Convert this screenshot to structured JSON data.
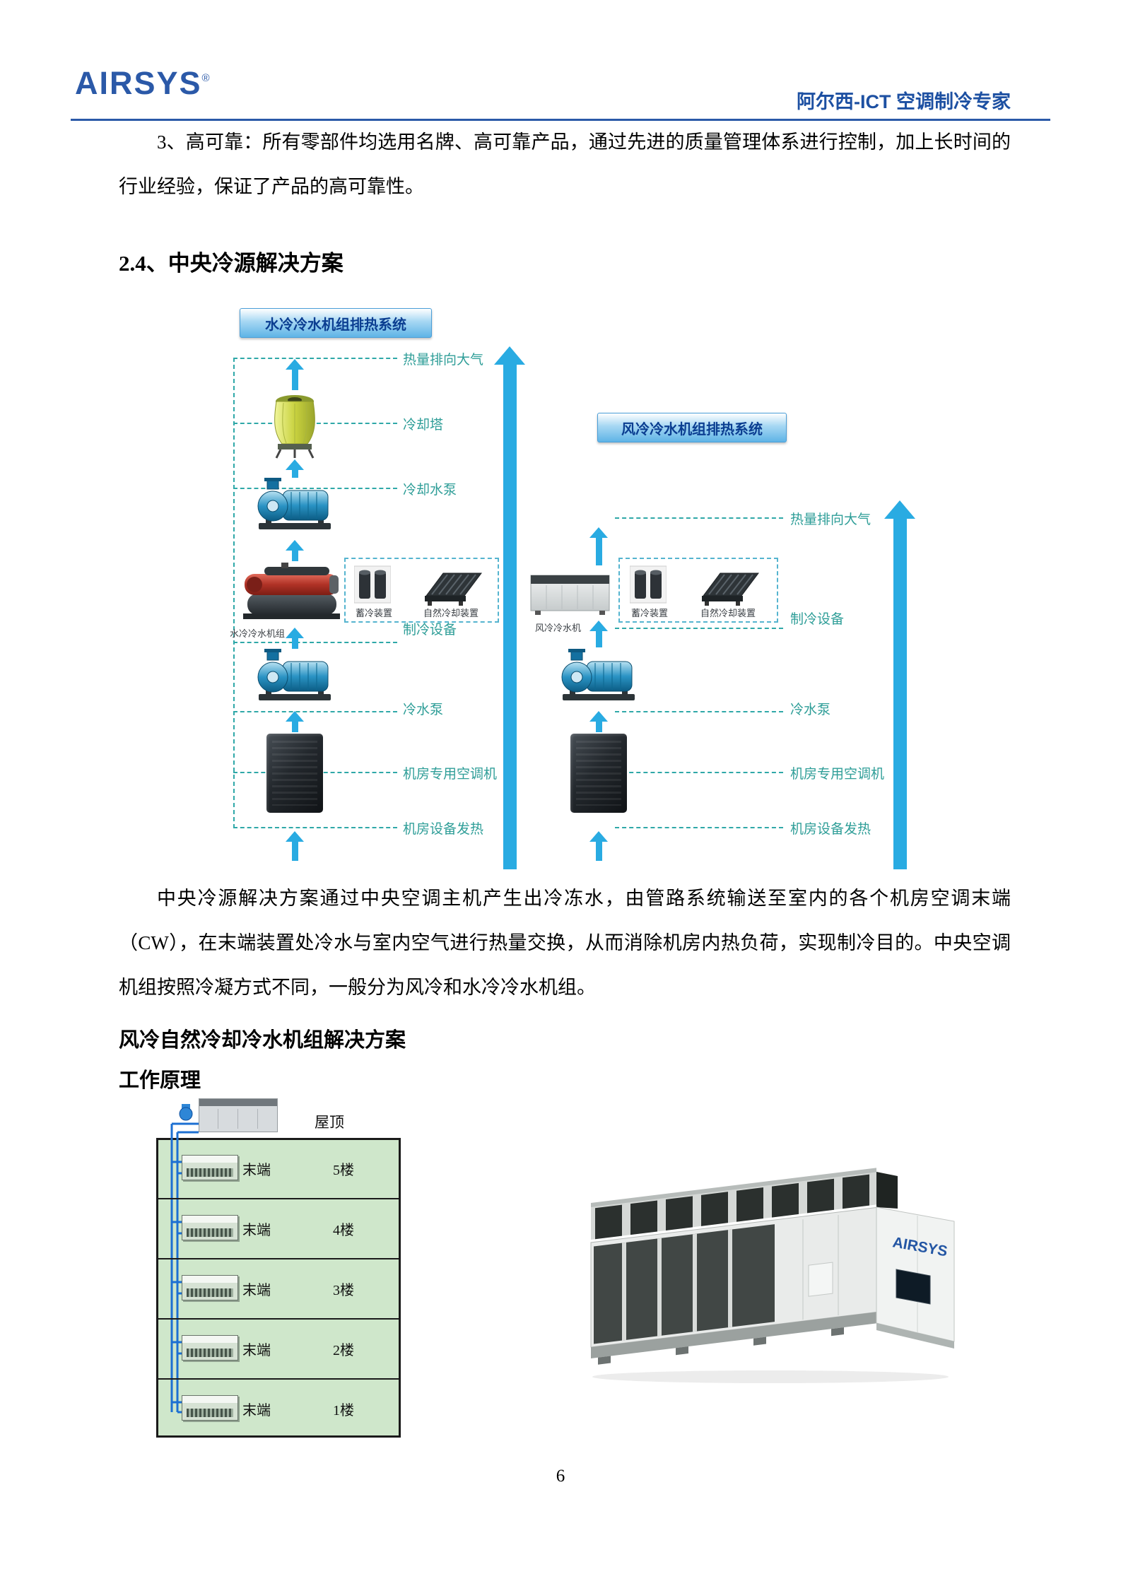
{
  "header": {
    "logo": "AIRSYS",
    "registered_mark": "®",
    "tagline": "阿尔西-ICT 空调制冷专家"
  },
  "intro": {
    "paragraph": "3、高可靠：所有零部件均选用名牌、高可靠产品，通过先进的质量管理体系进行控制，加上长时间的行业经验，保证了产品的高可靠性。"
  },
  "section": {
    "heading": "2.4、中央冷源解决方案",
    "paragraph": "中央冷源解决方案通过中央空调主机产生出冷冻水，由管路系统输送至室内的各个机房空调末端（CW），在末端装置处冷水与室内空气进行热量交换，从而消除机房内热负荷，实现制冷目的。中央空调机组按照冷凝方式不同，一般分为风冷和水冷冷水机组。",
    "sub_heading_1": "风冷自然冷却冷水机组解决方案",
    "sub_heading_2": "工作原理"
  },
  "diagram": {
    "water_system_title": "水冷冷水机组排热系统",
    "air_system_title": "风冷冷水机组排热系统",
    "left_labels": {
      "heat_to_air": "热量排向大气",
      "cooling_tower": "冷却塔",
      "cooling_water_pump": "冷却水泵",
      "refrigeration_equipment": "制冷设备",
      "chilled_water_pump": "冷水泵",
      "crac": "机房专用空调机",
      "room_heat": "机房设备发热"
    },
    "right_labels": {
      "heat_to_air": "热量排向大气",
      "refrigeration_equipment": "制冷设备",
      "chilled_water_pump": "冷水泵",
      "crac": "机房专用空调机",
      "room_heat": "机房设备发热"
    },
    "captions": {
      "water_chiller": "水冷冷水机组",
      "ice_storage_left": "蓄冷装置",
      "free_cooling_left": "自然冷却装置",
      "air_chiller": "风冷冷水机",
      "ice_storage_right": "蓄冷装置",
      "free_cooling_right": "自然冷却装置"
    }
  },
  "building": {
    "roof_label": "屋顶",
    "floors": [
      {
        "terminal": "末端",
        "name": "5楼"
      },
      {
        "terminal": "末端",
        "name": "4楼"
      },
      {
        "terminal": "末端",
        "name": "3楼"
      },
      {
        "terminal": "末端",
        "name": "2楼"
      },
      {
        "terminal": "末端",
        "name": "1楼"
      }
    ]
  },
  "product_image": {
    "brand": "AIRSYS"
  },
  "footer": {
    "page_number": "6"
  },
  "colors": {
    "brand_blue": "#2b59a8",
    "arrow_blue": "#29abe2",
    "label_teal": "#2f9e98",
    "building_green": "#cfe7cb"
  }
}
